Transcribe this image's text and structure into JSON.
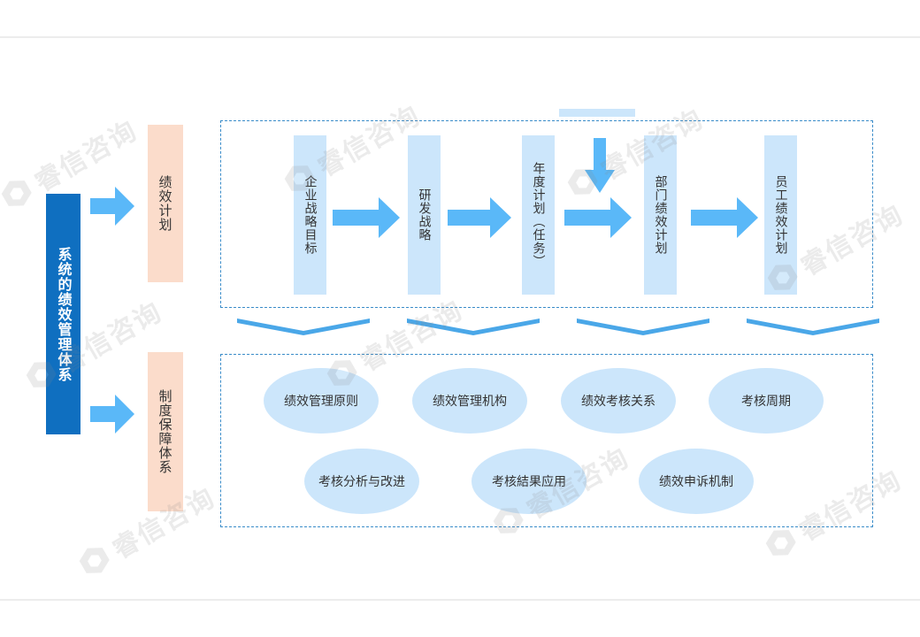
{
  "root": {
    "label": "系统的绩效管理体系"
  },
  "categories": {
    "plan": "绩效计划",
    "system": "制度保障体系"
  },
  "steps": [
    {
      "label": "企业战略目标"
    },
    {
      "label": "研发战略"
    },
    {
      "label": "年度计划（任务）"
    },
    {
      "label": "部门绩效计划"
    },
    {
      "label": "员工绩效计划"
    }
  ],
  "systems": [
    {
      "label": "绩效管理原则"
    },
    {
      "label": "绩效管理机构"
    },
    {
      "label": "绩效考核关系"
    },
    {
      "label": "考核周期"
    },
    {
      "label": "考核分析与改进"
    },
    {
      "label": "考核結果应用"
    },
    {
      "label": "绩效申诉机制"
    }
  ],
  "watermark": {
    "text": "睿信咨询"
  },
  "colors": {
    "root": "#0f6fc0",
    "category": "#fbdccb",
    "step": "#cce6fb",
    "arrow": "#5ab8f8",
    "dashed_border": "#3a8cc9"
  }
}
